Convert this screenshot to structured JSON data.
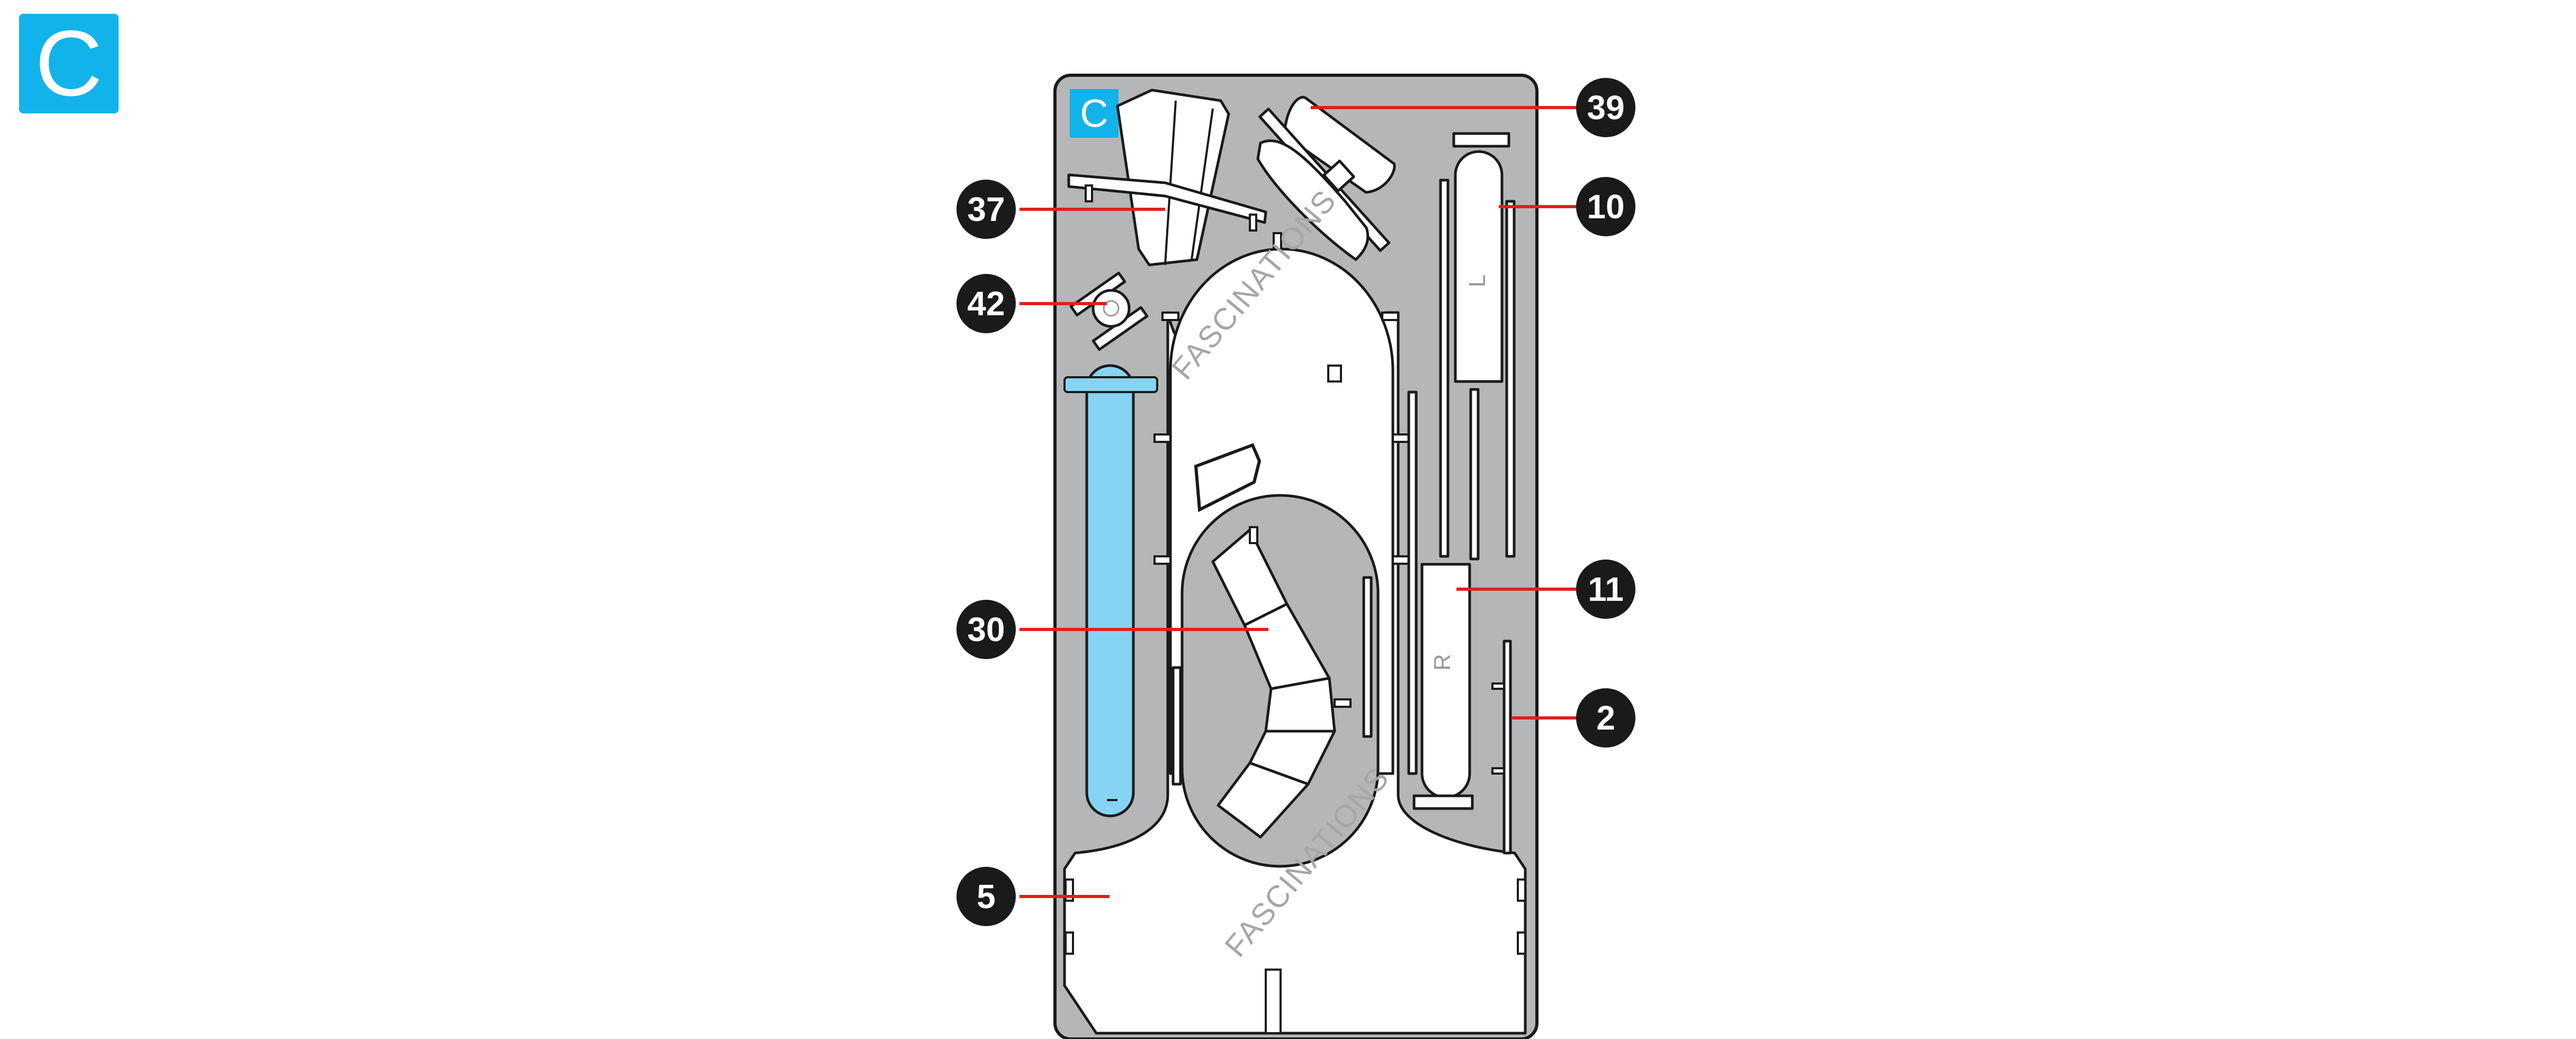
{
  "sheet": {
    "label": "C",
    "badge_color": "#12b3ea"
  },
  "board": {
    "label": "C",
    "background_color": "#b5b6b8",
    "watermark_text": "FASCINATIONS"
  },
  "parts": [
    {
      "number": "37",
      "color": "#ffffff"
    },
    {
      "number": "42",
      "color": "#ffffff"
    },
    {
      "number": "30",
      "color": "#ffffff"
    },
    {
      "number": "5",
      "color": "#ffffff"
    },
    {
      "number": "39",
      "color": "#ffffff"
    },
    {
      "number": "10",
      "color": "#ffffff",
      "marking": "L"
    },
    {
      "number": "11",
      "color": "#ffffff",
      "marking": "R"
    },
    {
      "number": "2",
      "color": "#ffffff"
    },
    {
      "number": "blue-rod",
      "color": "#86d4f3"
    }
  ],
  "callouts": [
    {
      "label": "37"
    },
    {
      "label": "42"
    },
    {
      "label": "30"
    },
    {
      "label": "5"
    },
    {
      "label": "39"
    },
    {
      "label": "10"
    },
    {
      "label": "11"
    },
    {
      "label": "2"
    }
  ],
  "colors": {
    "leader": "#e0201a",
    "callout_fill": "#1a1a1a",
    "outline": "#1a1a1a"
  }
}
